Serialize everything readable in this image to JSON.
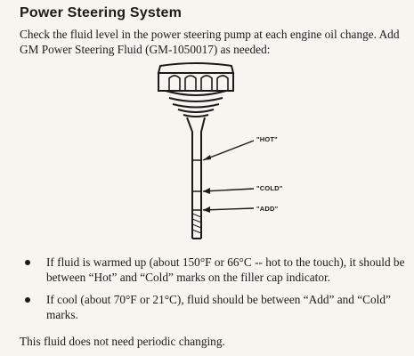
{
  "heading": "Power Steering System",
  "intro": "Check the fluid level in the power steering pump at each engine oil change. Add GM Power Steering Fluid (GM-1050017) as needed:",
  "figure": {
    "hot_label": "\"HOT\"",
    "cold_label": "\"COLD\"",
    "add_label": "\"ADD\""
  },
  "bullets": [
    "If fluid is warmed up (about 150°F or 66°C -- hot to the touch), it should be between “Hot” and “Cold” marks on the filler cap indicator.",
    "If cool (about 70°F or 21°C), fluid should be between “Add” and “Cold” marks."
  ],
  "footer": "This fluid does not need periodic changing."
}
